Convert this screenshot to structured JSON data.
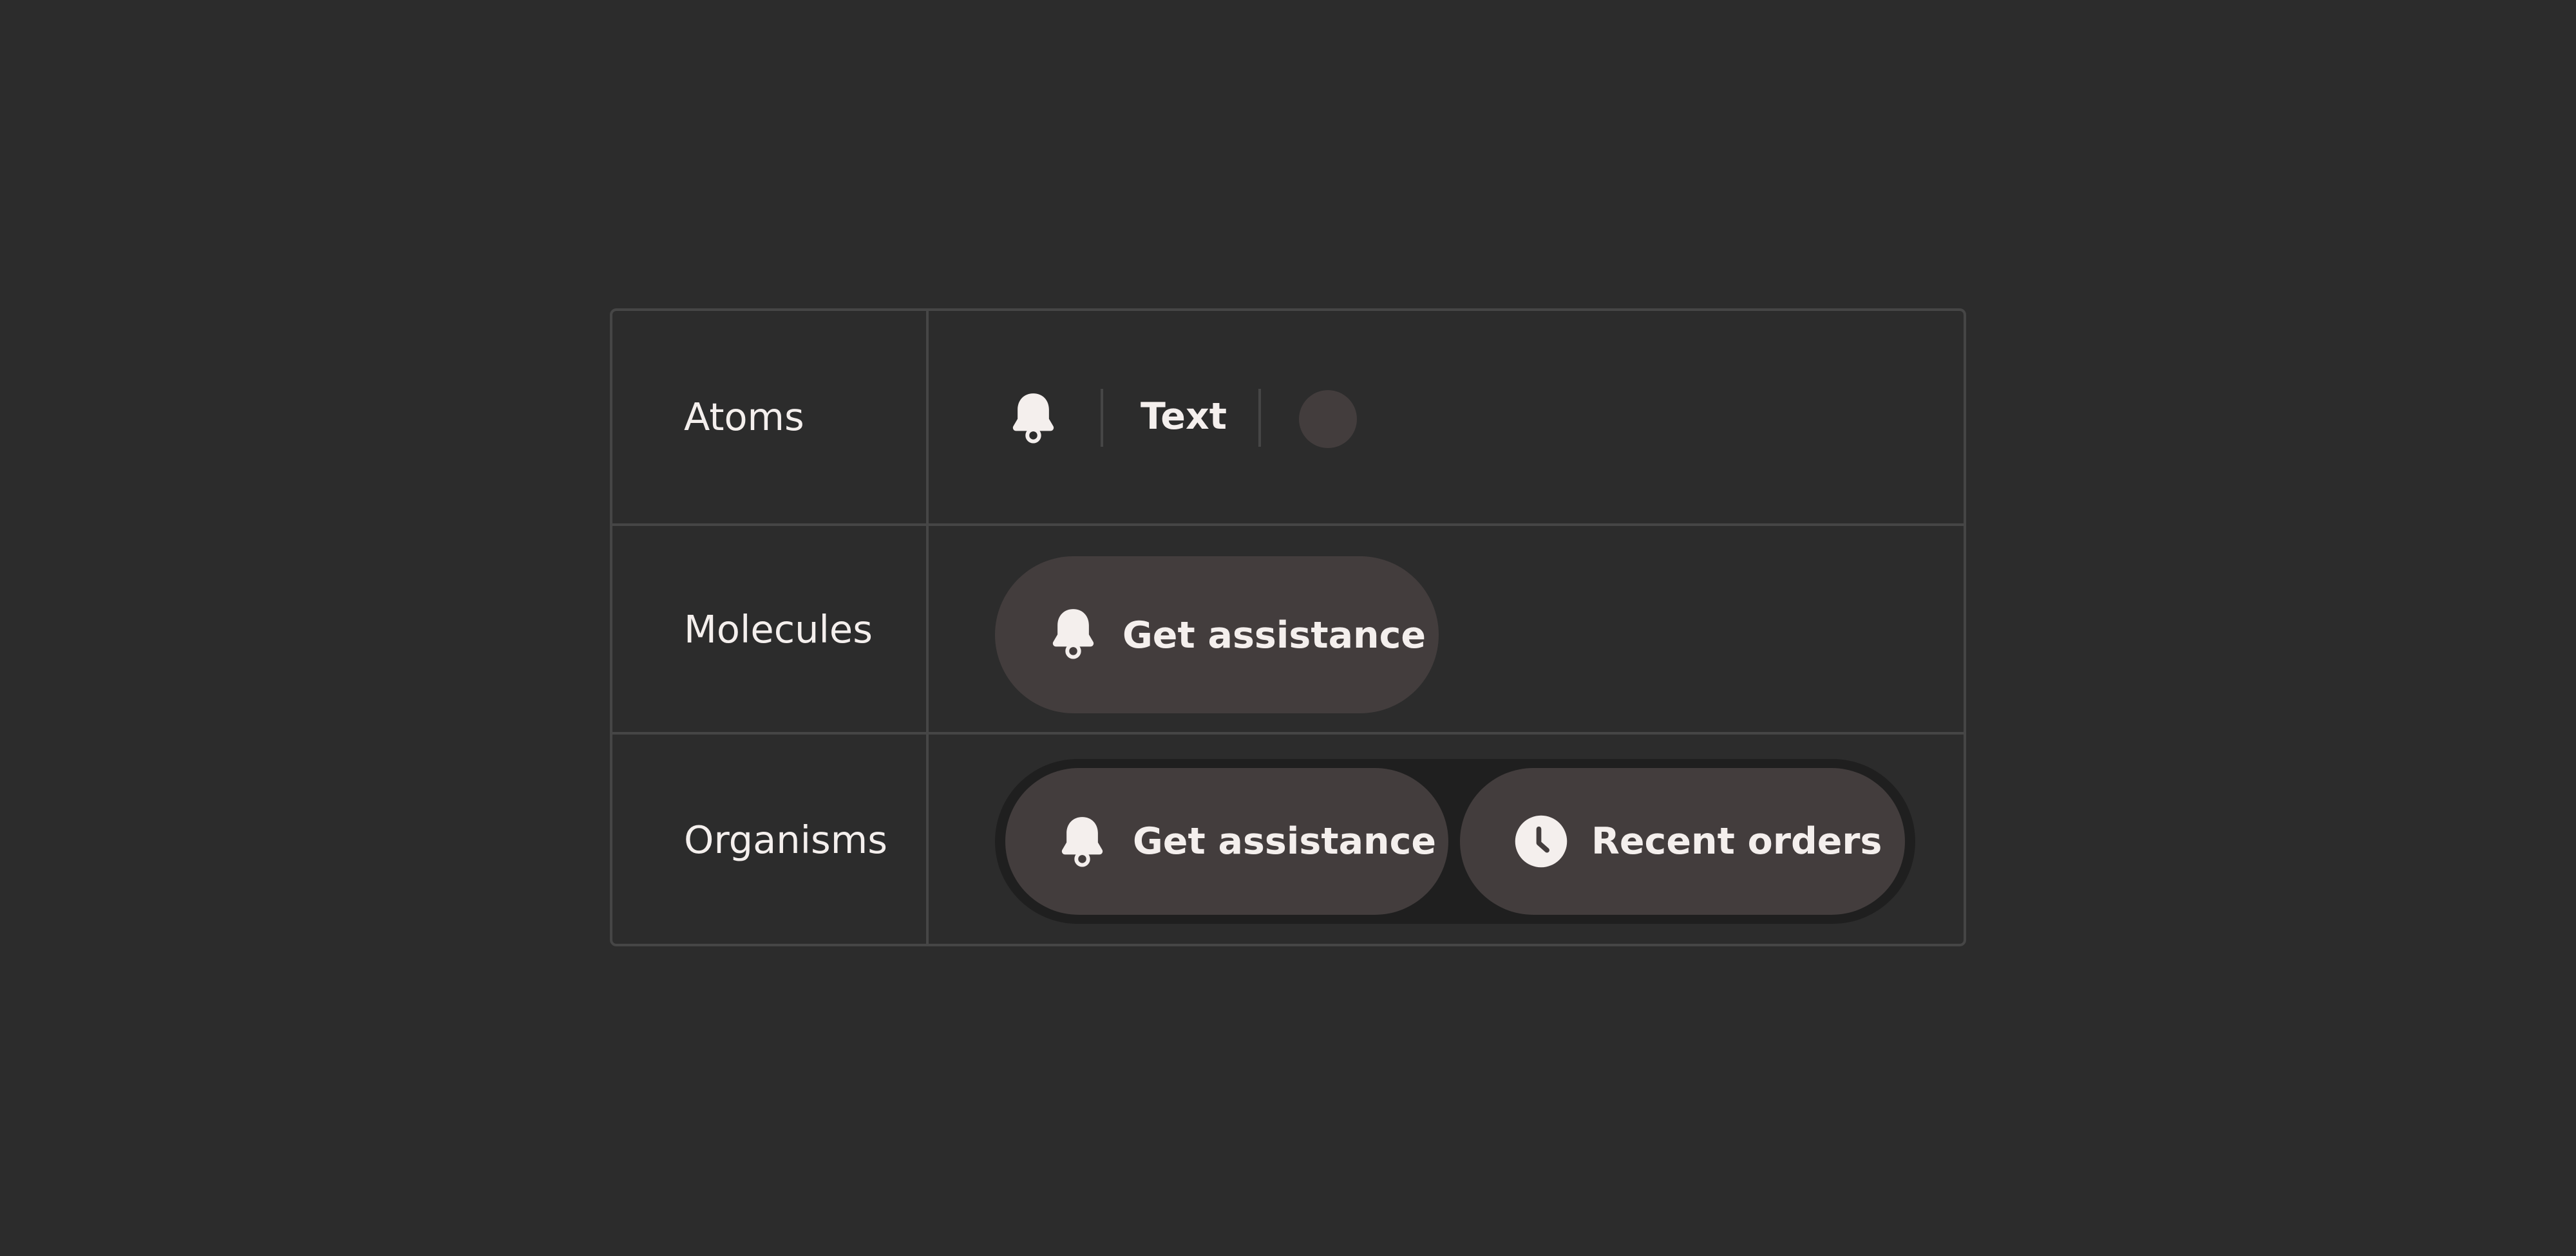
{
  "rows": [
    {
      "label": "Atoms"
    },
    {
      "label": "Molecules"
    },
    {
      "label": "Organisms"
    }
  ],
  "atoms": {
    "icon": "bell-icon",
    "text": "Text",
    "circle": "empty-avatar"
  },
  "molecules": {
    "button_label": "Get assistance",
    "button_icon": "bell-icon"
  },
  "organisms": {
    "buttons": [
      {
        "label": "Get assistance",
        "icon": "bell-icon"
      },
      {
        "label": "Recent orders",
        "icon": "clock-icon"
      }
    ]
  },
  "colors": {
    "background": "#2c2c2c",
    "border": "#464646",
    "pill": "#433d3d",
    "group": "#1f1f1f",
    "text": "#f4efed"
  }
}
